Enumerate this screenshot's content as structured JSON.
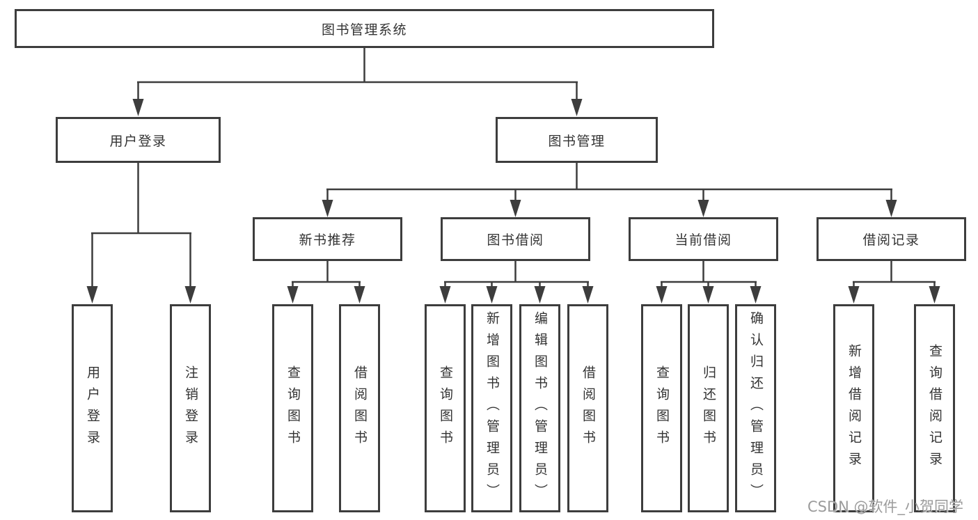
{
  "diagram": {
    "title": "图书管理系统",
    "branches": [
      {
        "label": "用户登录",
        "children": [
          {
            "label": "用户登录"
          },
          {
            "label": "注销登录"
          }
        ]
      },
      {
        "label": "图书管理",
        "children": [
          {
            "label": "新书推荐",
            "children": [
              {
                "label": "查询图书"
              },
              {
                "label": "借阅图书"
              }
            ]
          },
          {
            "label": "图书借阅",
            "children": [
              {
                "label": "查询图书"
              },
              {
                "label": "新增图书（管理员）"
              },
              {
                "label": "编辑图书（管理员）"
              },
              {
                "label": "借阅图书"
              }
            ]
          },
          {
            "label": "当前借阅",
            "children": [
              {
                "label": "查询图书"
              },
              {
                "label": "归还图书"
              },
              {
                "label": "确认归还（管理员）"
              }
            ]
          },
          {
            "label": "借阅记录",
            "children": [
              {
                "label": "新增借阅记录"
              },
              {
                "label": "查询借阅记录"
              }
            ]
          }
        ]
      }
    ]
  },
  "watermark": {
    "text": "CSDN @软件_小贺同学"
  },
  "colors": {
    "line": "#3d3d3d",
    "text": "#333333",
    "watermark": "#9b9b9b",
    "background": "#ffffff"
  }
}
